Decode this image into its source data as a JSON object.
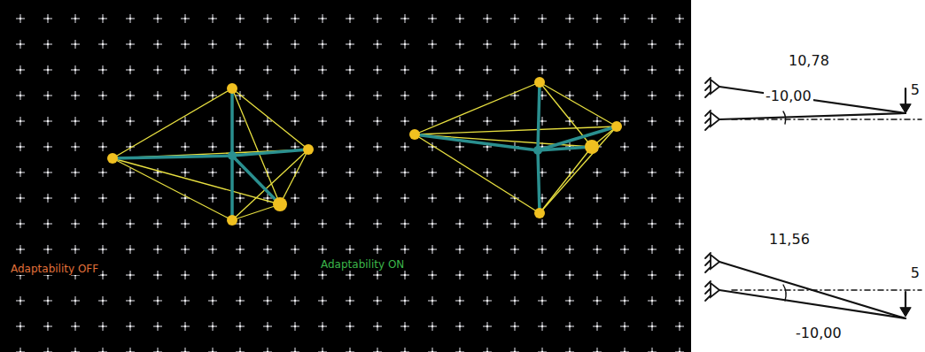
{
  "diagram": {
    "labels": [
      "Adaptability OFF",
      "Adaptability ON",
      "10,78",
      "5",
      "-10,00",
      "11,56",
      "5",
      "-10,00"
    ]
  }
}
